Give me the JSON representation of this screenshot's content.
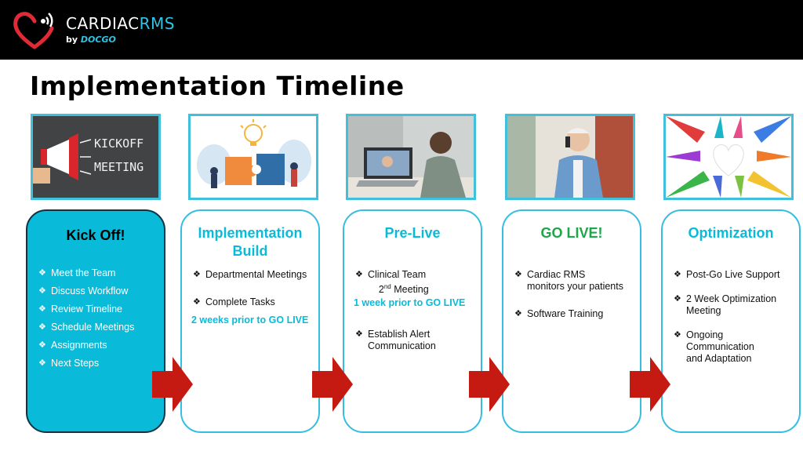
{
  "brand": {
    "name_part1": "CARDIAC",
    "name_part2": "RMS",
    "by_label": "by",
    "by_brand": "DOCGO",
    "colors": {
      "accent": "#2fc3e6",
      "logo_red": "#e02a36",
      "bar": "#000000"
    }
  },
  "title": "Implementation Timeline",
  "images": [
    {
      "icon": "kickoff-meeting-photo",
      "text_line1": "KICKOFF",
      "text_line2": "MEETING"
    },
    {
      "icon": "puzzle-lightbulb-illustration"
    },
    {
      "icon": "laptop-video-call-photo"
    },
    {
      "icon": "phone-call-photo"
    },
    {
      "icon": "hands-heart-photo"
    }
  ],
  "cards": [
    {
      "title": "Kick Off!",
      "bullets": [
        "Meet the Team",
        "Discuss Workflow",
        "Review Timeline",
        "Schedule Meetings",
        "Assignments",
        "Next Steps"
      ]
    },
    {
      "title_line1": "Implementation",
      "title_line2": "Build",
      "bullets": [
        "Departmental Meetings",
        "Complete Tasks"
      ],
      "note": "2 weeks prior to GO LIVE"
    },
    {
      "title": "Pre-Live",
      "bullet1_line1": "Clinical Team",
      "bullet1_line2_num": "2",
      "bullet1_line2_sup": "nd",
      "bullet1_line2_rest": " Meeting",
      "note": "1 week prior to GO LIVE",
      "bullet2_line1": "Establish Alert",
      "bullet2_line2": "Communication"
    },
    {
      "title": "GO LIVE!",
      "bullet1_line1": "Cardiac RMS",
      "bullet1_line2": "monitors your patients",
      "bullet2": "Software Training"
    },
    {
      "title": "Optimization",
      "bullet1": "Post-Go Live Support",
      "bullet2_line1": "2 Week Optimization",
      "bullet2_line2": "Meeting",
      "bullet3_line1": "Ongoing",
      "bullet3_line2": "Communication",
      "bullet3_line3": "and Adaptation"
    }
  ],
  "bullet_glyph": "❖",
  "colors": {
    "accent": "#0abbd9",
    "go_live": "#1fa64a",
    "arrow": "#c41a12"
  }
}
